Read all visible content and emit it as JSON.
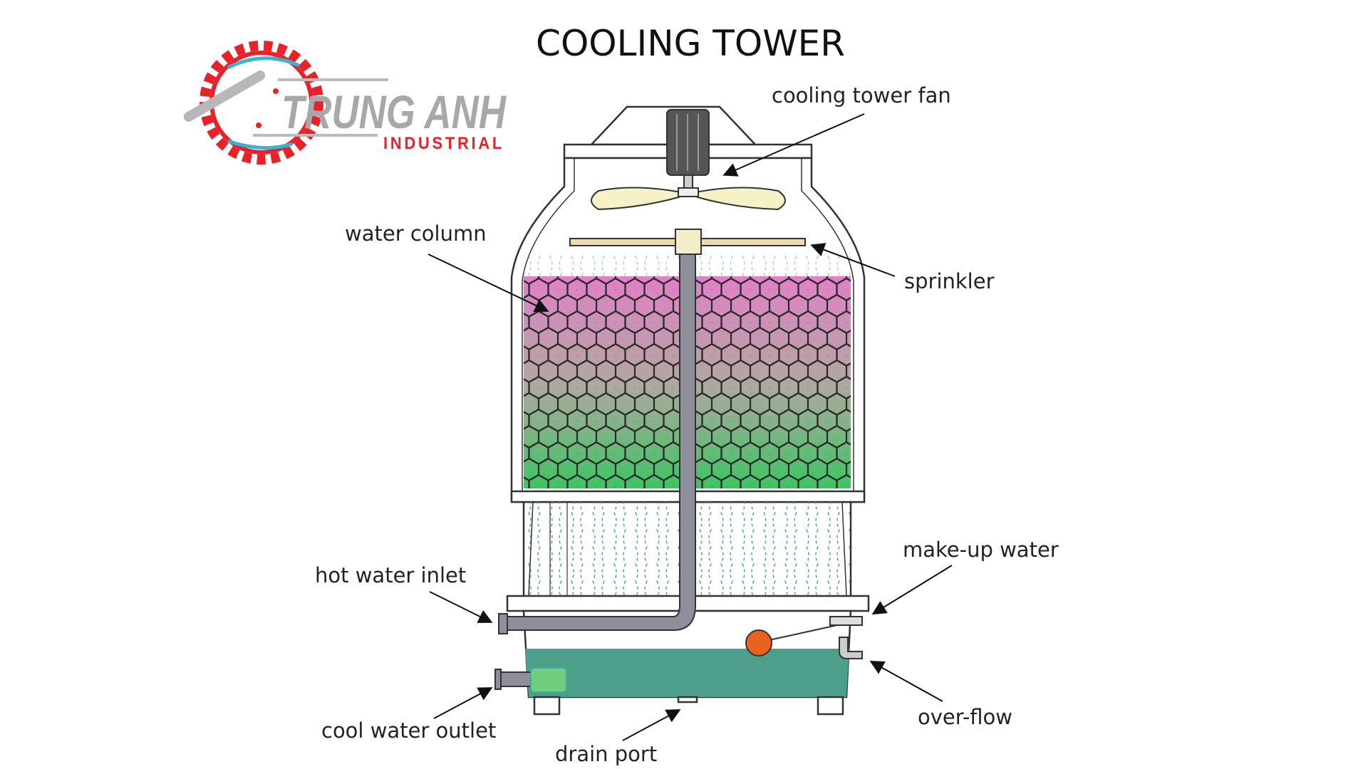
{
  "title": "COOLING TOWER",
  "logo": {
    "name": "TRUNG ANH",
    "subtitle": "INDUSTRIAL",
    "colors": {
      "gear": "#e8222b",
      "arc": "#3bb3d0",
      "metal": "#b8b8b8"
    }
  },
  "labels": {
    "fan": "cooling tower fan",
    "water_column": "water column",
    "sprinkler": "sprinkler",
    "make_up_water": "make-up water",
    "hot_water_inlet": "hot water inlet",
    "cool_water_outlet": "cool water outlet",
    "drain_port": "drain port",
    "over_flow": "over-flow"
  },
  "colors": {
    "fill_top": "#e27fc8",
    "fill_mid": "#b0a8a0",
    "fill_bottom": "#3dc462",
    "water": "#4e9e8c",
    "pipe": "#8f8f9c",
    "float": "#e8641e",
    "blade": "#f6f2c8"
  }
}
